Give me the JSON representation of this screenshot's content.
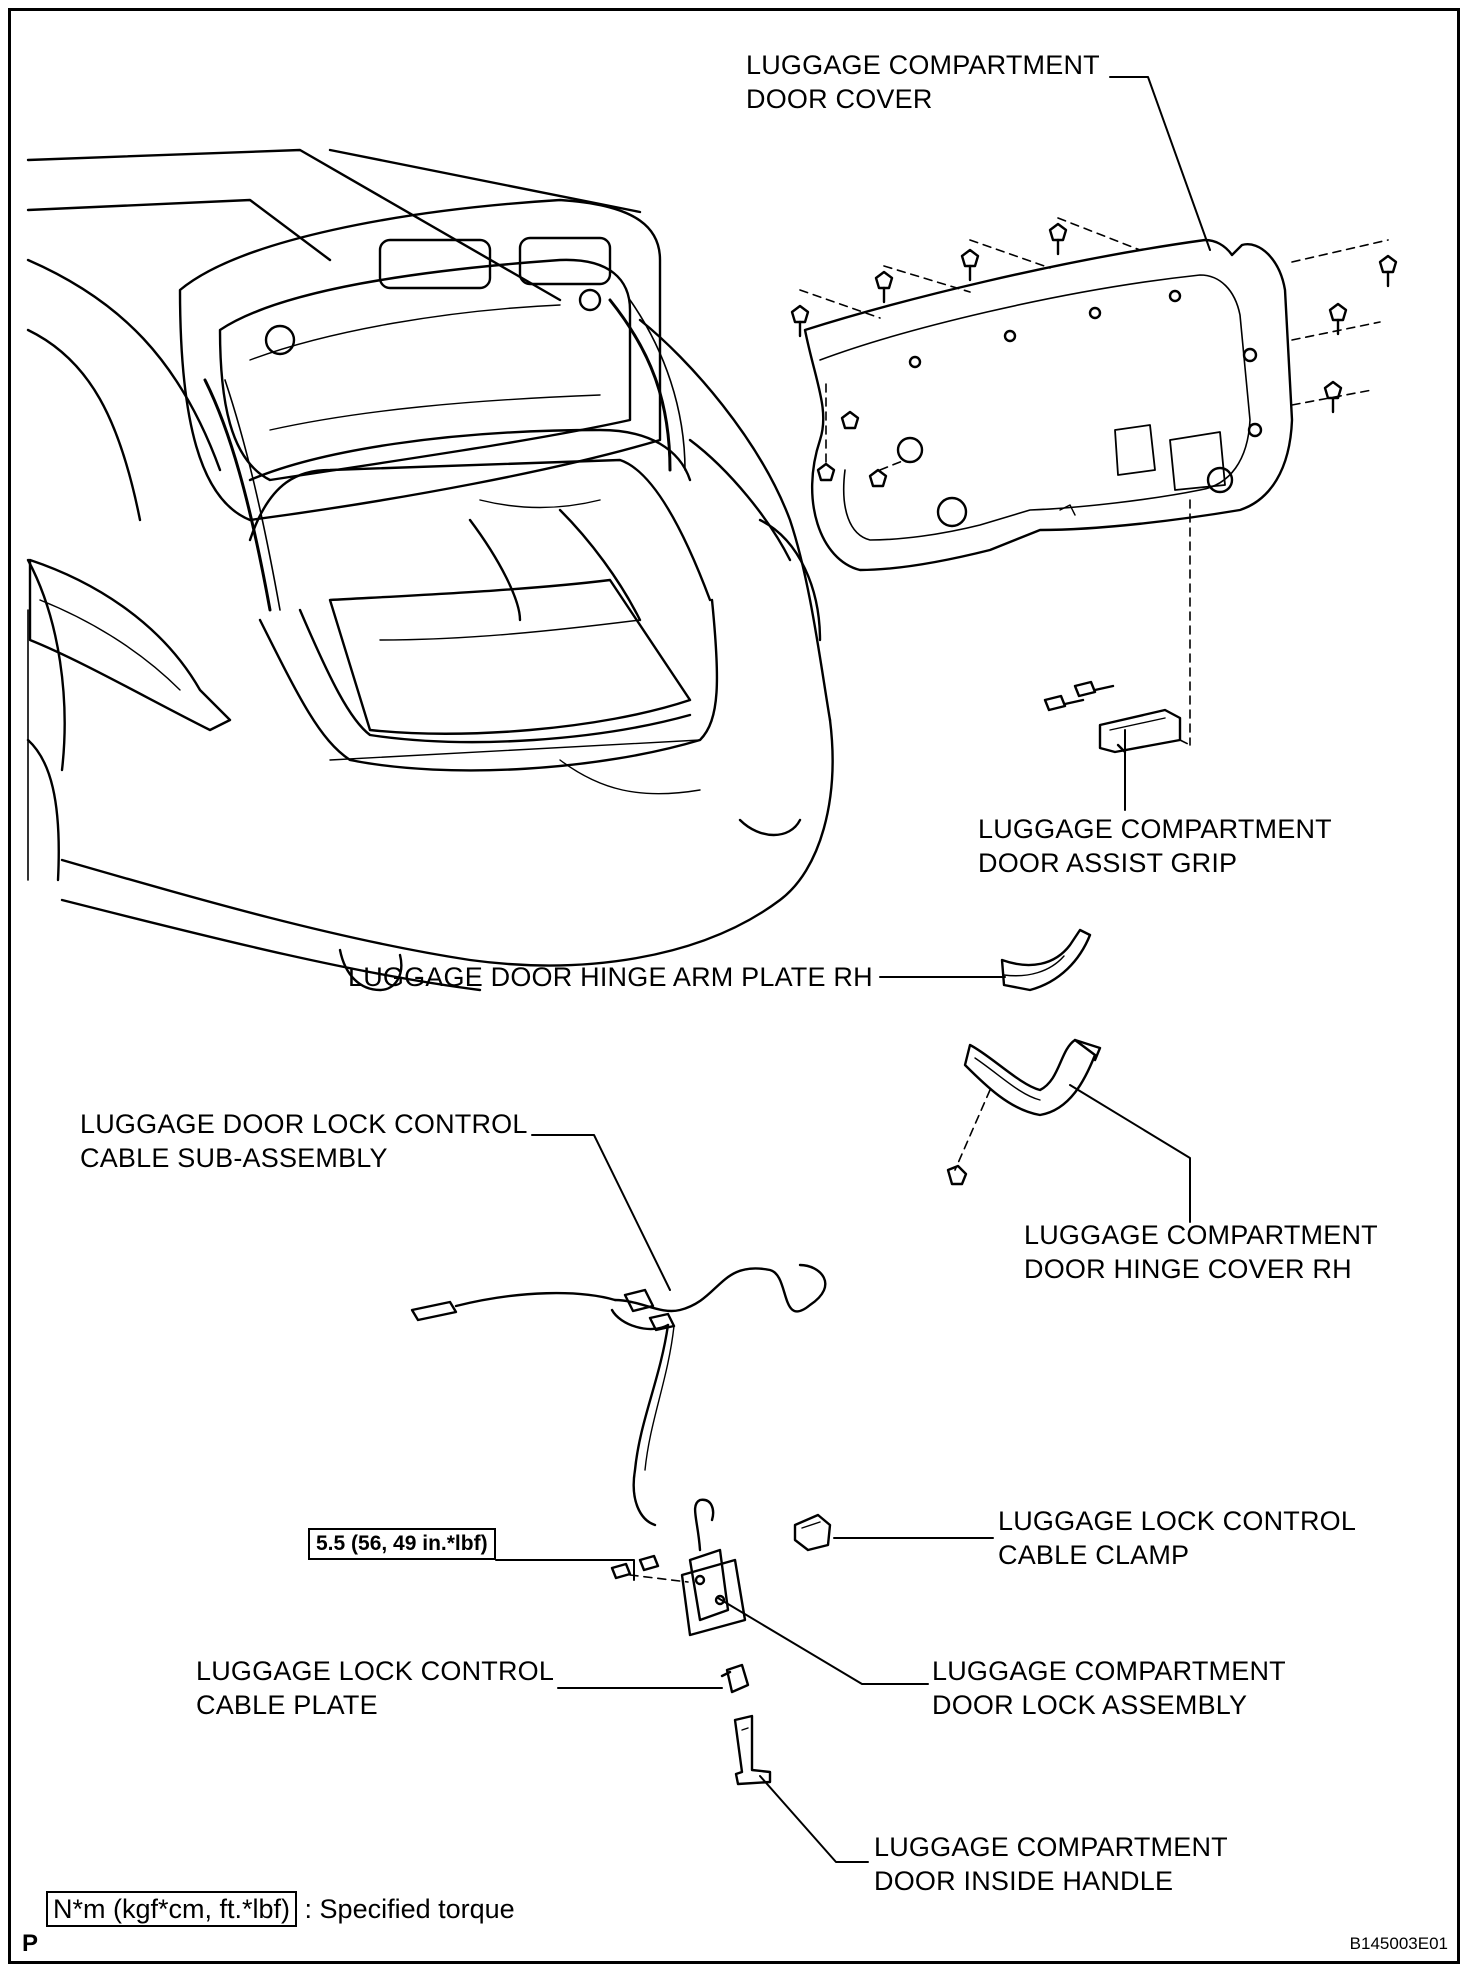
{
  "labels": {
    "door_cover": [
      "LUGGAGE COMPARTMENT",
      "DOOR COVER"
    ],
    "assist_grip": [
      "LUGGAGE COMPARTMENT",
      "DOOR ASSIST GRIP"
    ],
    "hinge_arm_plate": [
      "LUGGAGE DOOR HINGE ARM PLATE RH"
    ],
    "control_cable": [
      "LUGGAGE DOOR LOCK CONTROL",
      "CABLE SUB-ASSEMBLY"
    ],
    "hinge_cover": [
      "LUGGAGE COMPARTMENT",
      "DOOR HINGE COVER RH"
    ],
    "cable_clamp": [
      "LUGGAGE LOCK CONTROL",
      "CABLE CLAMP"
    ],
    "cable_plate": [
      "LUGGAGE LOCK CONTROL",
      "CABLE PLATE"
    ],
    "lock_assembly": [
      "LUGGAGE COMPARTMENT",
      "DOOR LOCK ASSEMBLY"
    ],
    "inside_handle": [
      "LUGGAGE COMPARTMENT",
      "DOOR INSIDE HANDLE"
    ]
  },
  "torque_spec": "5.5 (56, 49 in.*lbf)",
  "legend": {
    "unit_box": "N*m (kgf*cm, ft.*lbf)",
    "text": ": Specified torque"
  },
  "corner_mark": "P",
  "figure_id": "B145003E01"
}
